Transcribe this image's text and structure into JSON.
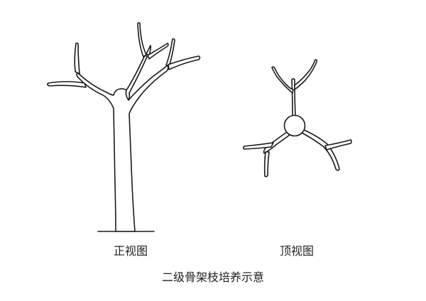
{
  "figure": {
    "front_view": {
      "label": "正视图",
      "description": "tree with trunk and scaffold branches, side elevation"
    },
    "top_view": {
      "label": "顶视图",
      "description": "trunk cross-section circle with three radiating primary branches, each bearing secondary branches"
    },
    "caption": "二级骨架枝培养示意"
  },
  "colors": {
    "line": "#1a1a1a",
    "background": "#ffffff"
  }
}
